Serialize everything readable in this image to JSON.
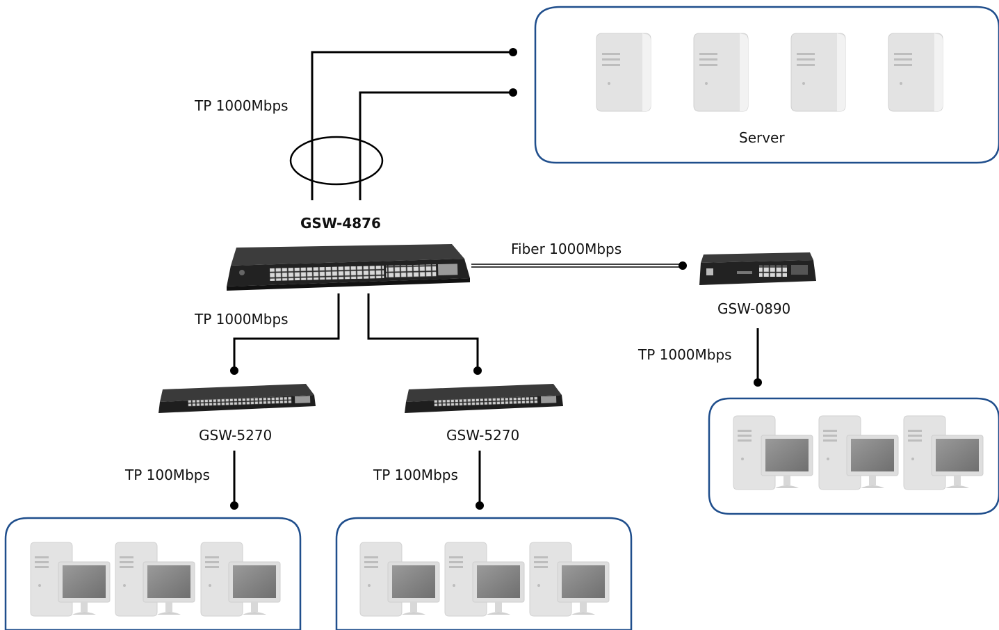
{
  "labels": {
    "uplink_speed": "TP 1000Mbps",
    "core_switch": "GSW-4876",
    "fiber_speed": "Fiber 1000Mbps",
    "distribution_speed": "TP 1000Mbps",
    "edge_switch_left": "GSW-5270",
    "edge_switch_mid": "GSW-5270",
    "small_switch": "GSW-0890",
    "small_switch_speed": "TP 1000Mbps",
    "access_speed_left": "TP 100Mbps",
    "access_speed_mid": "TP 100Mbps",
    "server_group": "Server"
  },
  "colors": {
    "group_border": "#1f4e8c",
    "line": "#000000",
    "device_light": "#e6e6e6",
    "device_dark": "#2a2a2a"
  },
  "icons": [
    "server-icon",
    "workstation-icon",
    "switch-icon"
  ]
}
